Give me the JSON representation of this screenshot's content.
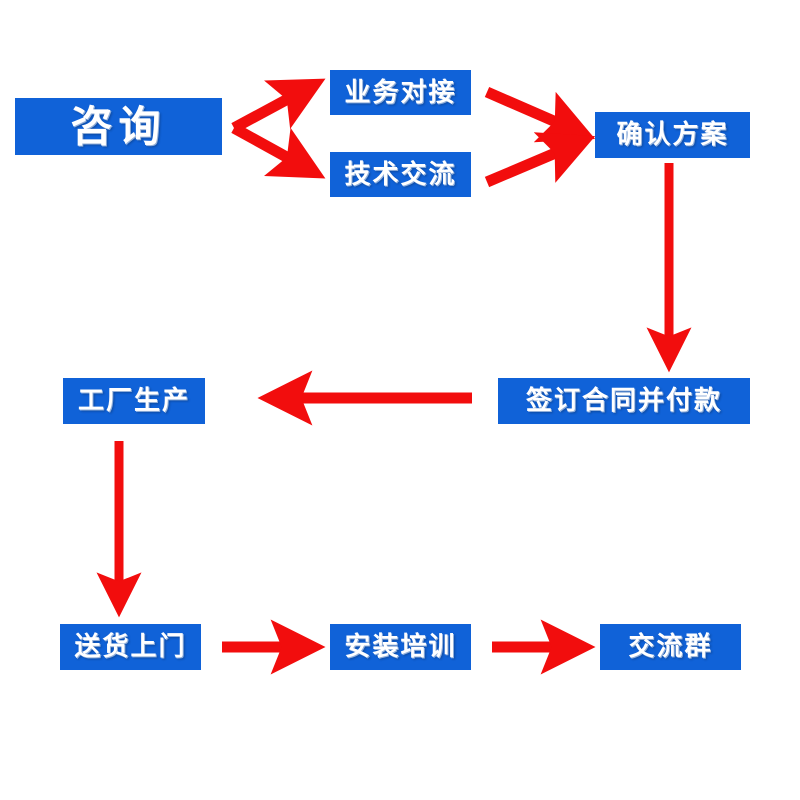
{
  "diagram": {
    "title": "",
    "type": "flowchart",
    "colors": {
      "node_fill": "#1062d8",
      "node_text": "#ffffff",
      "arrow": "#f20d0d",
      "background": "#ffffff"
    },
    "nodes": [
      {
        "id": "consult",
        "label": "咨询"
      },
      {
        "id": "business",
        "label": "业务对接"
      },
      {
        "id": "tech",
        "label": "技术交流"
      },
      {
        "id": "confirm",
        "label": "确认方案"
      },
      {
        "id": "contract",
        "label": "签订合同并付款"
      },
      {
        "id": "factory",
        "label": "工厂生产"
      },
      {
        "id": "delivery",
        "label": "送货上门"
      },
      {
        "id": "training",
        "label": "安装培训"
      },
      {
        "id": "group",
        "label": "交流群"
      }
    ],
    "edges": [
      {
        "from": "consult",
        "to": "business"
      },
      {
        "from": "consult",
        "to": "tech"
      },
      {
        "from": "business",
        "to": "confirm"
      },
      {
        "from": "tech",
        "to": "confirm"
      },
      {
        "from": "confirm",
        "to": "contract"
      },
      {
        "from": "contract",
        "to": "factory"
      },
      {
        "from": "factory",
        "to": "delivery"
      },
      {
        "from": "delivery",
        "to": "training"
      },
      {
        "from": "training",
        "to": "group"
      }
    ]
  }
}
